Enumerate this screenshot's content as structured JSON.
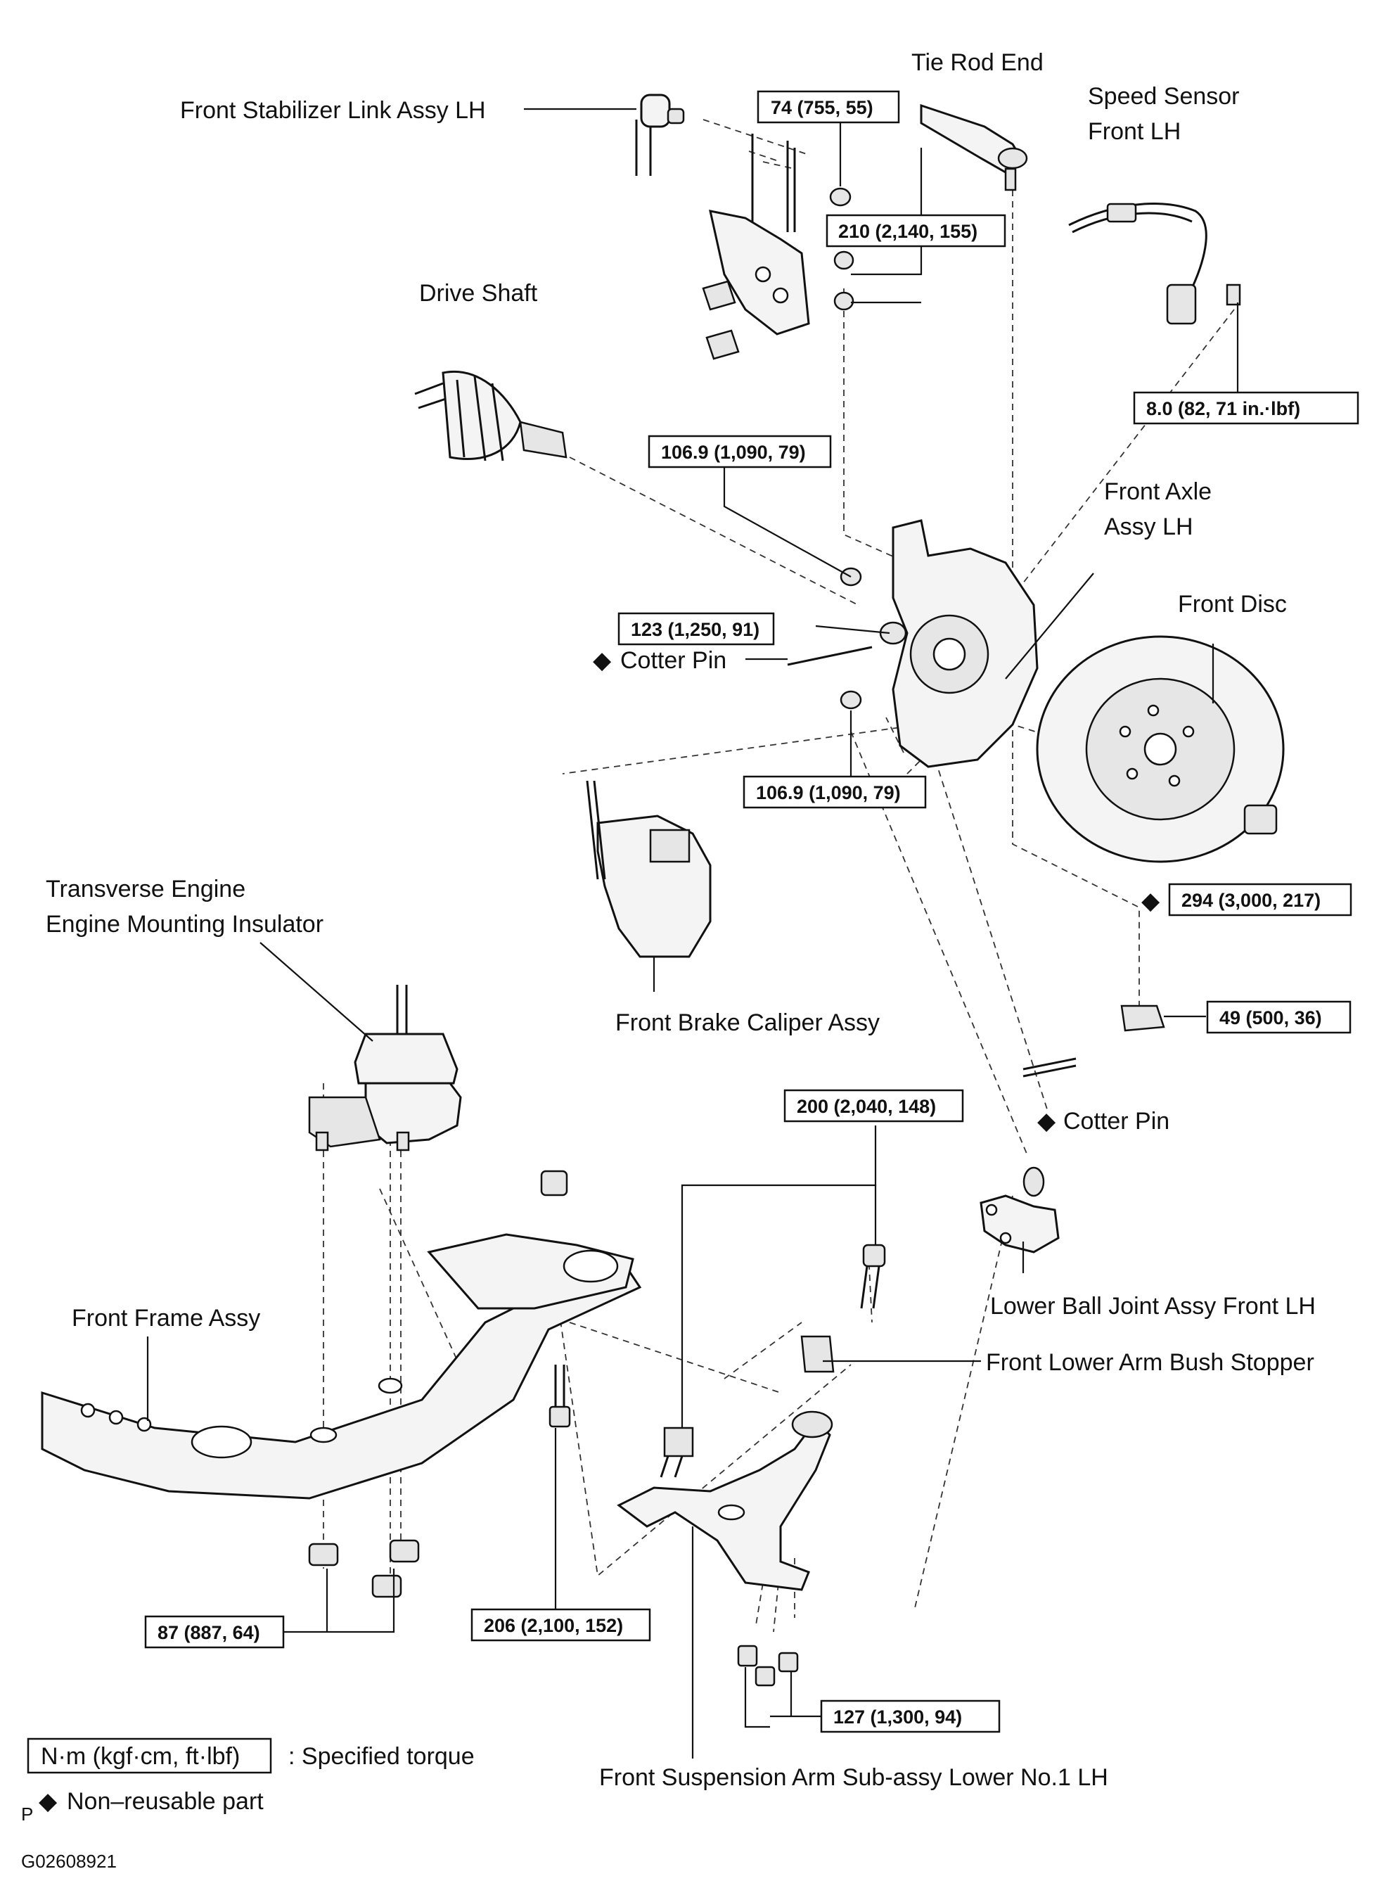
{
  "labels": {
    "front_stabilizer_link": "Front Stabilizer Link Assy LH",
    "tie_rod_end": "Tie Rod End",
    "speed_sensor_line1": "Speed Sensor",
    "speed_sensor_line2": "Front LH",
    "drive_shaft": "Drive Shaft",
    "front_axle_line1": "Front Axle",
    "front_axle_line2": "Assy LH",
    "front_disc": "Front Disc",
    "cotter_pin_upper": "Cotter Pin",
    "cotter_pin_lower": "Cotter Pin",
    "transverse_line1": "Transverse Engine",
    "transverse_line2": "Engine Mounting Insulator",
    "front_brake_caliper": "Front Brake Caliper Assy",
    "front_frame": "Front Frame Assy",
    "lower_ball_joint": "Lower Ball Joint Assy Front LH",
    "bush_stopper": "Front Lower Arm Bush Stopper",
    "suspension_arm": "Front Suspension Arm Sub-assy Lower No.1 LH"
  },
  "torques": {
    "t74": "74 (755, 55)",
    "t210": "210 (2,140, 155)",
    "t8": "8.0 (82, 71 in.·lbf)",
    "t1069a": "106.9 (1,090, 79)",
    "t123": "123 (1,250, 91)",
    "t1069b": "106.9 (1,090, 79)",
    "t294": "294 (3,000, 217)",
    "t49": "49 (500, 36)",
    "t200": "200 (2,040, 148)",
    "t87": "87 (887, 64)",
    "t206": "206 (2,100, 152)",
    "t127": "127 (1,300, 94)"
  },
  "legend": {
    "unit_box": "N·m (kgf·cm, ft·lbf)",
    "unit_desc": ": Specified torque",
    "marker_prefix": "P",
    "nonreusable": "Non–reusable part"
  },
  "figure_id": "G02608921",
  "symbols": {
    "diamond": "◆"
  }
}
